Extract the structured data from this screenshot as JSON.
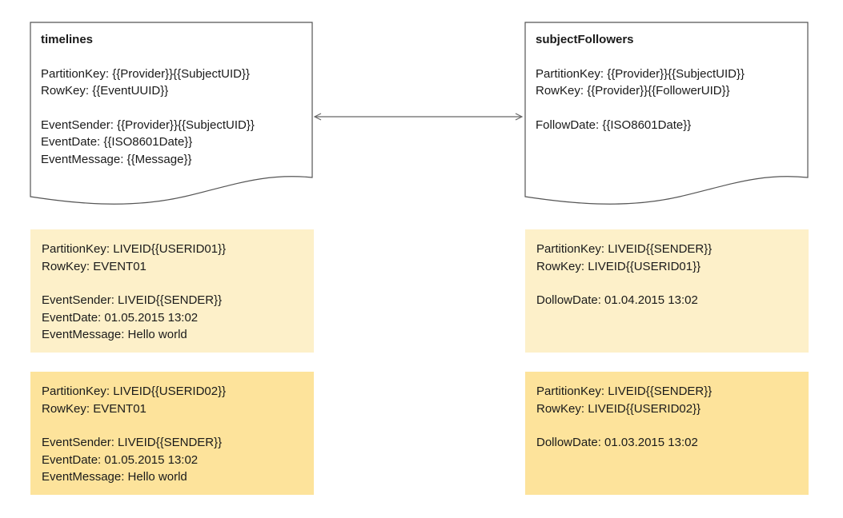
{
  "colors": {
    "note_light": "#fdf0c9",
    "note_dark": "#fde39b",
    "stroke": "#666666",
    "spell_underline": "#e53935"
  },
  "timelines_doc": {
    "title": "timelines",
    "key_lines": [
      "PartitionKey: {{Provider}}{{SubjectUID}}",
      "RowKey: {{EventUUID}}"
    ],
    "field_lines": [
      "EventSender: {{Provider}}{{SubjectUID}}",
      "EventDate: {{ISO8601Date}}",
      "EventMessage: {{Message}}"
    ]
  },
  "followers_doc": {
    "title": "subjectFollowers",
    "key_lines": [
      "PartitionKey: {{Provider}}{{SubjectUID}}",
      "RowKey: {{Provider}}{{FollowerUID}}"
    ],
    "field_lines": [
      "FollowDate: {{ISO8601Date}}"
    ]
  },
  "timeline_rows": [
    {
      "key_lines": [
        "PartitionKey: LIVEID{{USERID01}}",
        "RowKey: EVENT01"
      ],
      "field_lines": [
        "EventSender: LIVEID{{SENDER}}",
        "EventDate: 01.05.2015 13:02",
        "EventMessage: Hello world"
      ]
    },
    {
      "key_lines": [
        "PartitionKey: LIVEID{{USERID02}}",
        "RowKey: EVENT01"
      ],
      "field_lines": [
        "EventSender: LIVEID{{SENDER}}",
        "EventDate: 01.05.2015 13:02",
        "EventMessage: Hello world"
      ]
    }
  ],
  "follower_rows": [
    {
      "key_lines": [
        "PartitionKey: LIVEID{{SENDER}}",
        "RowKey: LIVEID{{USERID01}}"
      ],
      "field_lines": [
        "DollowDate: 01.04.2015 13:02"
      ]
    },
    {
      "key_lines": [
        "PartitionKey: LIVEID{{SENDER}}",
        "RowKey: LIVEID{{USERID02}}"
      ],
      "field_lines": [
        "DollowDate: 01.03.2015 13:02"
      ]
    }
  ]
}
